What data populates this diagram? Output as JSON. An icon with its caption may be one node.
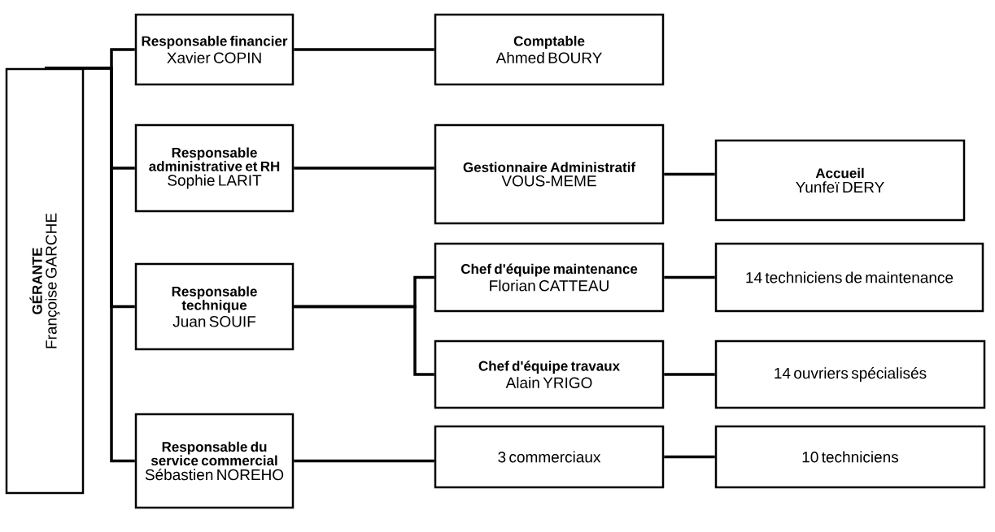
{
  "diagram": {
    "nodes": [
      {
        "text": [
          "GÉRANTE",
          "Françoise GARCHE"
        ]
      },
      {
        "text": [
          "Responsable financier",
          "Xavier COPIN"
        ]
      },
      {
        "text": [
          "Comptable",
          "Ahmed BOURY"
        ]
      },
      {
        "text": [
          "Responsable administrative et RH",
          "Sophie LARIT"
        ]
      },
      {
        "text": [
          "Gestionnaire Administratif",
          "VOUS-MEME"
        ]
      },
      {
        "text": [
          "Accueil",
          "Yunfeï DERY"
        ]
      },
      {
        "text": [
          "Responsable technique",
          "Juan SOUIF"
        ]
      },
      {
        "text": [
          "Chef d'équipe maintenance",
          "Florian CATTEAU"
        ]
      },
      {
        "text": [
          "14 techniciens de maintenance"
        ]
      },
      {
        "text": [
          "Chef d'équipe travaux",
          "Alain YRIGO"
        ]
      },
      {
        "text": [
          "14 ouvriers spécialisés"
        ]
      },
      {
        "text": [
          "Responsable du service commercial",
          "Sébastien NOREHO"
        ]
      },
      {
        "text": [
          "3 commerciaux"
        ]
      },
      {
        "text": [
          "10 techniciens"
        ]
      }
    ],
    "edges": [
      {
        "from": 0,
        "to": 1,
        "arrow": "none"
      },
      {
        "from": 0,
        "to": 3,
        "arrow": "none"
      },
      {
        "from": 0,
        "to": 6,
        "arrow": "none"
      },
      {
        "from": 0,
        "to": 11,
        "arrow": "none"
      },
      {
        "from": 1,
        "to": 2,
        "arrow": "none"
      },
      {
        "from": 3,
        "to": 4,
        "arrow": "none"
      },
      {
        "from": 4,
        "to": 5,
        "arrow": "none"
      },
      {
        "from": 6,
        "to": 7,
        "arrow": "none"
      },
      {
        "from": 6,
        "to": 9,
        "arrow": "none"
      },
      {
        "from": 7,
        "to": 8,
        "arrow": "none"
      },
      {
        "from": 9,
        "to": 10,
        "arrow": "none"
      },
      {
        "from": 11,
        "to": 12,
        "arrow": "none"
      },
      {
        "from": 12,
        "to": 13,
        "arrow": "none"
      }
    ]
  }
}
